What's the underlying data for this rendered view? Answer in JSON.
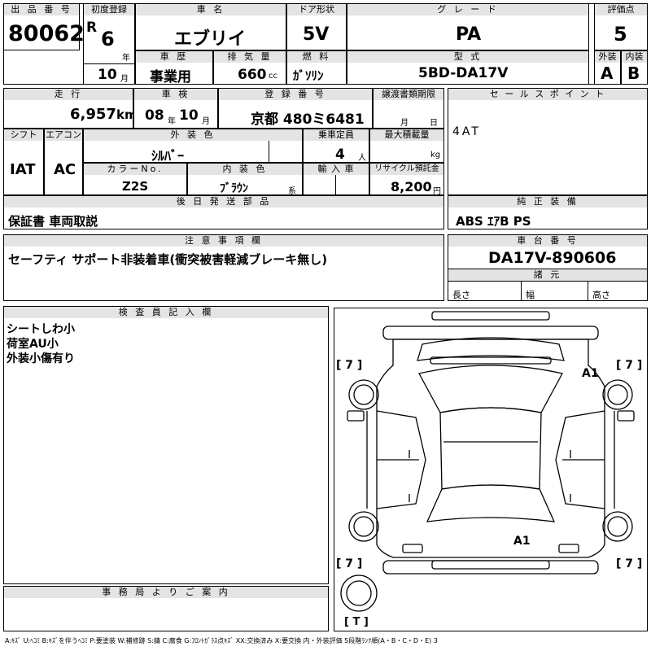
{
  "header": {
    "lot_label": "出 品 番 号",
    "lot_number": "80062",
    "first_reg_label": "初度登録",
    "era": "R",
    "reg_year": "6",
    "year_unit": "年",
    "reg_month": "10",
    "month_unit": "月",
    "car_name_label": "車 名",
    "car_name": "エブリイ",
    "door_label": "ドア形状",
    "door": "5V",
    "grade_label": "グ レ ー ド",
    "grade": "PA",
    "score_label": "評価点",
    "score": "5",
    "history_label": "車 歴",
    "history": "事業用",
    "displacement_label": "排 気 量",
    "displacement": "660",
    "displacement_unit": "cc",
    "fuel_label": "燃 料",
    "fuel": "ｶﾞｿﾘﾝ",
    "model_label": "型 式",
    "model": "5BD-DA17V",
    "exterior_label": "外装",
    "exterior": "A",
    "interior_label": "内装",
    "interior": "B"
  },
  "row2": {
    "mileage_label": "走 行",
    "mileage": "6,957",
    "mileage_unit": "km",
    "inspection_label": "車 検",
    "insp_year": "08",
    "insp_year_unit": "年",
    "insp_month": "10",
    "insp_month_unit": "月",
    "plate_label": "登 録 番 号",
    "plate": "京都 480ミ6481",
    "transfer_label": "譲渡書類期限",
    "transfer_month": "月",
    "transfer_day": "日",
    "sales_label": "セ ー ル ス ポ イ ン ト",
    "sales_point": "4AT",
    "shift_label": "シフト",
    "shift": "IAT",
    "ac_label": "エアコン",
    "ac": "AC",
    "color_label": "外 装 色",
    "color": "ｼﾙﾊﾞｰ",
    "capacity_label": "乗車定員",
    "capacity": "4",
    "capacity_unit": "人",
    "load_label": "最大積載量",
    "load_unit": "kg",
    "color_no_label": "カラーNo.",
    "color_no": "Z2S",
    "interior_color_label": "内 装 色",
    "interior_color": "ﾌﾞﾗｳﾝ",
    "interior_color_suffix": "系",
    "import_label": "輸 入 車",
    "recycle_label": "リサイクル預託金",
    "recycle": "8,200",
    "recycle_unit": "円"
  },
  "later_parts": {
    "label": "後 日 発 送 部 品",
    "value": "保証書 車両取説"
  },
  "equipment": {
    "label": "純 正 装 備",
    "value": "ABS ｴｱB PS"
  },
  "notes": {
    "label": "注 意 事 項 欄",
    "value": "セーフティ サポート非装着車(衝突被害軽減ブレーキ無し)"
  },
  "chassis": {
    "label": "車 台 番 号",
    "value": "DA17V-890606",
    "dims_label": "諸 元",
    "length_label": "長さ",
    "width_label": "幅",
    "height_label": "高さ"
  },
  "inspector": {
    "label": "検 査 員 記 入 欄",
    "lines": [
      "シートしわ小",
      "荷室AU小",
      "外装小傷有り"
    ]
  },
  "office": {
    "label": "事 務 局 よ り ご 案 内"
  },
  "diagram": {
    "tire_fl": "[ 7 ]",
    "tire_fr": "[ 7 ]",
    "tire_rl": "[ 7 ]",
    "tire_rr": "[ 7 ]",
    "tread": "[ T ]",
    "mark_front": "A1",
    "mark_rear": "A1"
  },
  "legend": "A:ｷｽﾞ U:ﾍｺﾐ B:ｷｽﾞを伴うﾍｺﾐ P:要塗装 W:補修跡 S:錆 C:腐食 G:ﾌﾛﾝﾄｶﾞﾗｽ点ｷｽﾞ XX:交換済み X:要交換 内・外装評価 5段階ﾗﾝｸ順(A・B・C・D・E) 3"
}
